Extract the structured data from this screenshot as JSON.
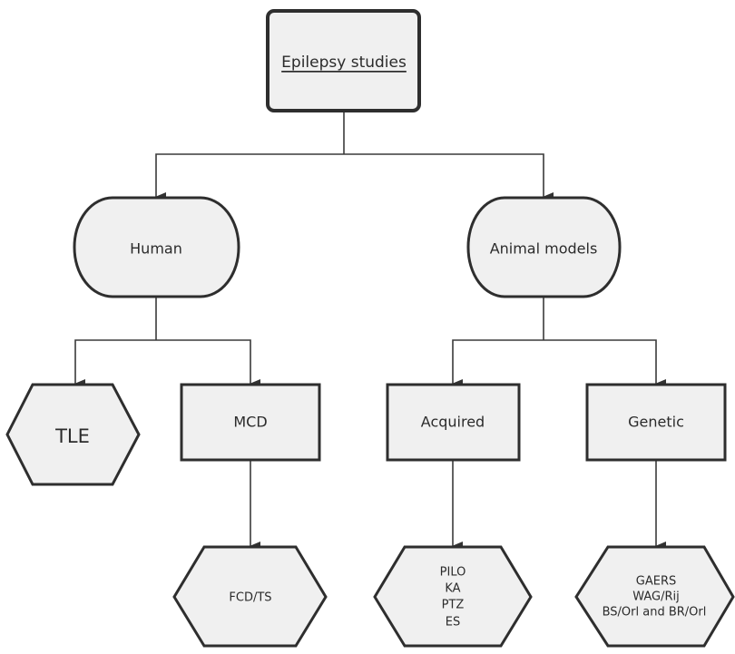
{
  "title": "Epilepsy studies",
  "nodes": {
    "root": {
      "label": "Epilepsy studies",
      "shape": "rounded-rect"
    },
    "human": {
      "label": "Human",
      "shape": "stadium"
    },
    "animal": {
      "label": "Animal models",
      "shape": "stadium"
    },
    "tle": {
      "label": "TLE",
      "shape": "hexagon"
    },
    "mcd": {
      "label": "MCD",
      "shape": "rect"
    },
    "acquired": {
      "label": "Acquired",
      "shape": "rect"
    },
    "genetic": {
      "label": "Genetic",
      "shape": "rect"
    },
    "fcd": {
      "lines": [
        "FCD/TS"
      ],
      "shape": "hexagon"
    },
    "acq_models": {
      "lines": [
        "PILO",
        "KA",
        "PTZ",
        "ES"
      ],
      "shape": "hexagon"
    },
    "gen_models": {
      "lines": [
        "GAERS",
        "WAG/Rij",
        "BS/Orl and BR/Orl"
      ],
      "shape": "hexagon"
    }
  },
  "edges": [
    {
      "from": "root",
      "to": "human"
    },
    {
      "from": "root",
      "to": "animal"
    },
    {
      "from": "human",
      "to": "tle"
    },
    {
      "from": "human",
      "to": "mcd"
    },
    {
      "from": "animal",
      "to": "acquired"
    },
    {
      "from": "animal",
      "to": "genetic"
    },
    {
      "from": "mcd",
      "to": "fcd"
    },
    {
      "from": "acquired",
      "to": "acq_models"
    },
    {
      "from": "genetic",
      "to": "gen_models"
    }
  ],
  "colors": {
    "fill": "#f0f0f0",
    "stroke": "#2e2e2e",
    "text": "#2b2b2b",
    "background": "#ffffff"
  }
}
